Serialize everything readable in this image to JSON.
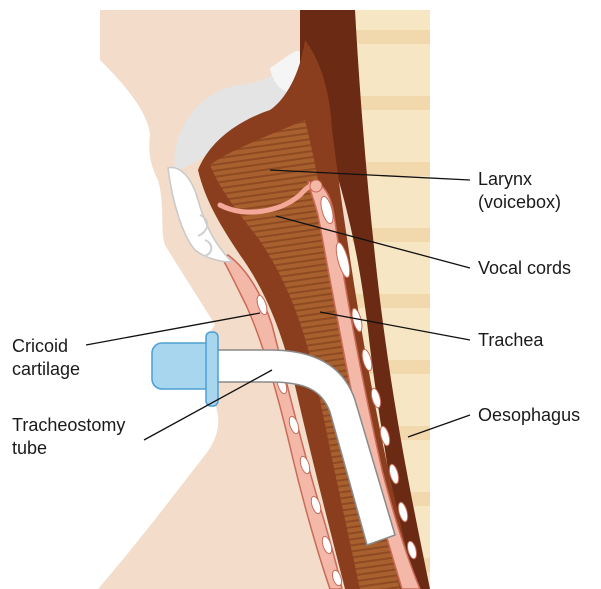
{
  "labels": {
    "larynx": [
      "Larynx",
      "(voicebox)"
    ],
    "vocal_cords": "Vocal cords",
    "trachea": "Trachea",
    "oesophagus": "Oesophagus",
    "cricoid": [
      "Cricoid",
      "cartilage"
    ],
    "tracheostomy": [
      "Tracheostomy",
      "tube"
    ]
  },
  "colors": {
    "skin": "#f3dcc9",
    "spine": "#f7e6c4",
    "trachea_wall": "#8b3e1e",
    "trachea_inner": "#a85c2c",
    "oesophagus": "#6b2a14",
    "pink_tissue": "#f3b8a8",
    "tube": "#ffffff",
    "tube_connector": "#a8d6ef",
    "tube_connector_stroke": "#4a9fd4",
    "leader_line": "#111111"
  }
}
